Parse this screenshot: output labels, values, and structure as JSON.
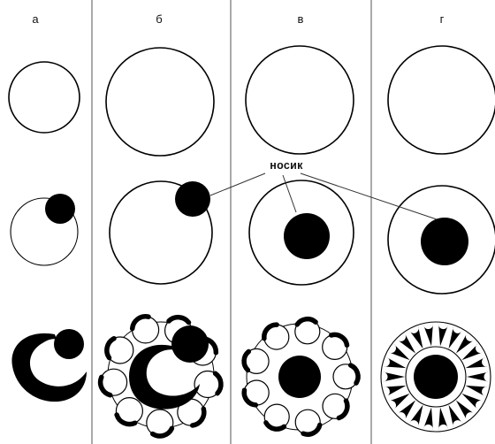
{
  "columns": [
    {
      "id": "a",
      "label": "а"
    },
    {
      "id": "b",
      "label": "б"
    },
    {
      "id": "v",
      "label": "в"
    },
    {
      "id": "g",
      "label": "г"
    }
  ],
  "callout": {
    "label": "носик"
  },
  "colors": {
    "ink": "#000000",
    "divider": "#555555",
    "background": "#ffffff"
  }
}
